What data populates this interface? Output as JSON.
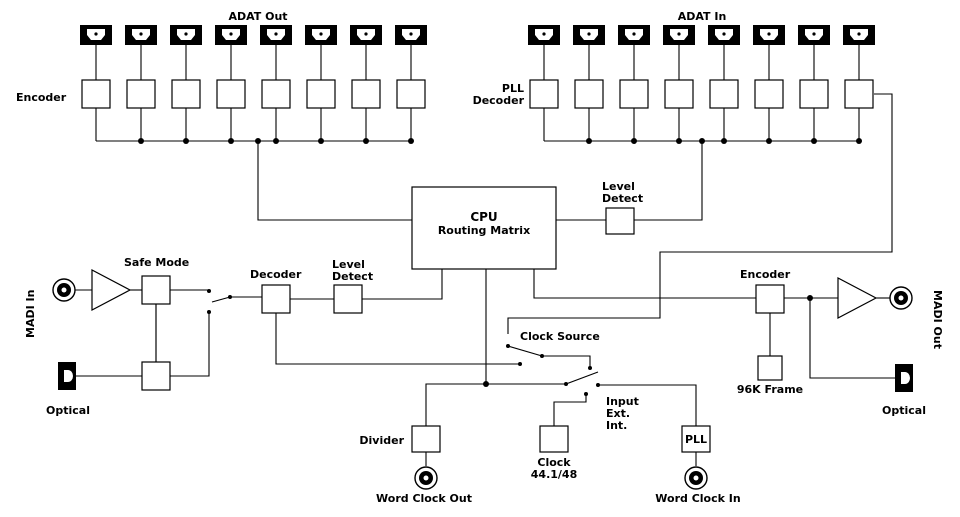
{
  "labels": {
    "adat_out": "ADAT Out",
    "adat_in": "ADAT In",
    "encoder_top": "Encoder",
    "pll_decoder_1": "PLL",
    "pll_decoder_2": "Decoder",
    "cpu_1": "CPU",
    "cpu_2": "Routing Matrix",
    "level_detect_top_1": "Level",
    "level_detect_top_2": "Detect",
    "level_detect_mid_1": "Level",
    "level_detect_mid_2": "Detect",
    "safe_mode": "Safe Mode",
    "decoder": "Decoder",
    "madi_in": "MADI In",
    "madi_out": "MADI Out",
    "optical_left": "Optical",
    "optical_right": "Optical",
    "encoder_right": "Encoder",
    "frame_96k": "96K Frame",
    "clock_source": "Clock Source",
    "input": "Input",
    "ext": "Ext.",
    "int": "Int.",
    "divider": "Divider",
    "pll": "PLL",
    "clock_1": "Clock",
    "clock_2": "44.1/48",
    "word_clock_out": "Word Clock Out",
    "word_clock_in": "Word Clock In"
  },
  "colors": {
    "line": "#000000",
    "background": "#ffffff"
  }
}
